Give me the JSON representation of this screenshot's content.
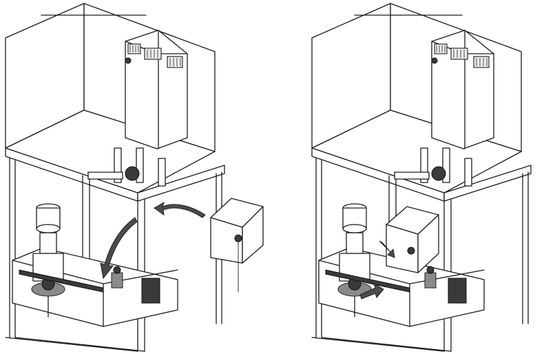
{
  "figures": [
    {
      "id": "step-before",
      "arrow_count": 2
    },
    {
      "id": "step-after",
      "arrow_count": 2
    }
  ],
  "colors": {
    "line": "#1a1a1a",
    "background": "#ffffff",
    "arrow_fill": "#4a4a4a",
    "pump_dark": "#3a3a3a"
  },
  "icons": [
    "aquarium-cabinet-icon",
    "protein-skimmer-icon",
    "return-pump-icon",
    "reactor-box-icon",
    "movement-arrow-icon"
  ]
}
